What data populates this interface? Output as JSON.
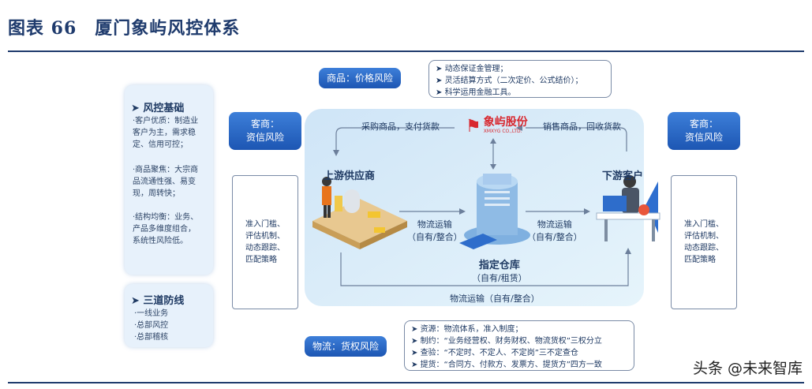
{
  "title": "图表 66　厦门象屿风控体系",
  "left_panel": {
    "foundation_head": "风控基础",
    "foundation_items": [
      [
        "·客户优质：制造业",
        "客户为主，需求稳",
        "定、信用可控；"
      ],
      [
        "·商品聚焦：大宗商",
        "品流通性强、易变",
        "现，周转快；"
      ],
      [
        "·结构均衡：业务、",
        "产品多维度组合，",
        "系统性风险低。"
      ]
    ],
    "defense_head": "三道防线",
    "defense_items": [
      "·一线业务",
      "·总部风控",
      "·总部稽核"
    ]
  },
  "commodity": {
    "label": "商品：价格风险",
    "callout": [
      "动态保证金管理；",
      "灵活结算方式（二次定价、公式结价）；",
      "科学运用金融工具。"
    ]
  },
  "client_left": {
    "label": [
      "客商：",
      "资信风险"
    ],
    "measures": [
      "准入门槛、",
      "评估机制、",
      "动态跟踪、",
      "匹配策略"
    ]
  },
  "client_right": {
    "label": [
      "客商：",
      "资信风险"
    ],
    "measures": [
      "准入门槛、",
      "评估机制、",
      "动态跟踪、",
      "匹配策略"
    ]
  },
  "center": {
    "logo_cn": "象屿股份",
    "logo_en": "XMXYG CO.,LTD.",
    "buy_label": "采购商品，支付货款",
    "sell_label": "销售商品，回收货款",
    "upstream": "上游供应商",
    "downstream": "下游客户",
    "logistics_left": [
      "物流运输",
      "（自有/整合）"
    ],
    "logistics_right": [
      "物流运输",
      "（自有/整合）"
    ],
    "warehouse": [
      "指定仓库",
      "（自有/租赁）"
    ],
    "logistics_bottom": "物流运输（自有/整合）"
  },
  "logistics": {
    "label": "物流：货权风险",
    "callout": [
      "资源：物流体系，准入制度；",
      "制约：“业务经营权、财务财权、物流货权”三权分立",
      "查验：“不定时、不定人、不定岗”三不定查仓",
      "提货：“合同方、付款方、发票方、提货方”四方一致"
    ]
  },
  "watermark": "头条 @未来智库",
  "colors": {
    "brand": "#1f3b6d",
    "accent": "#2a66c4",
    "panel": "#e7f1fb",
    "logo_red": "#d8282f"
  }
}
